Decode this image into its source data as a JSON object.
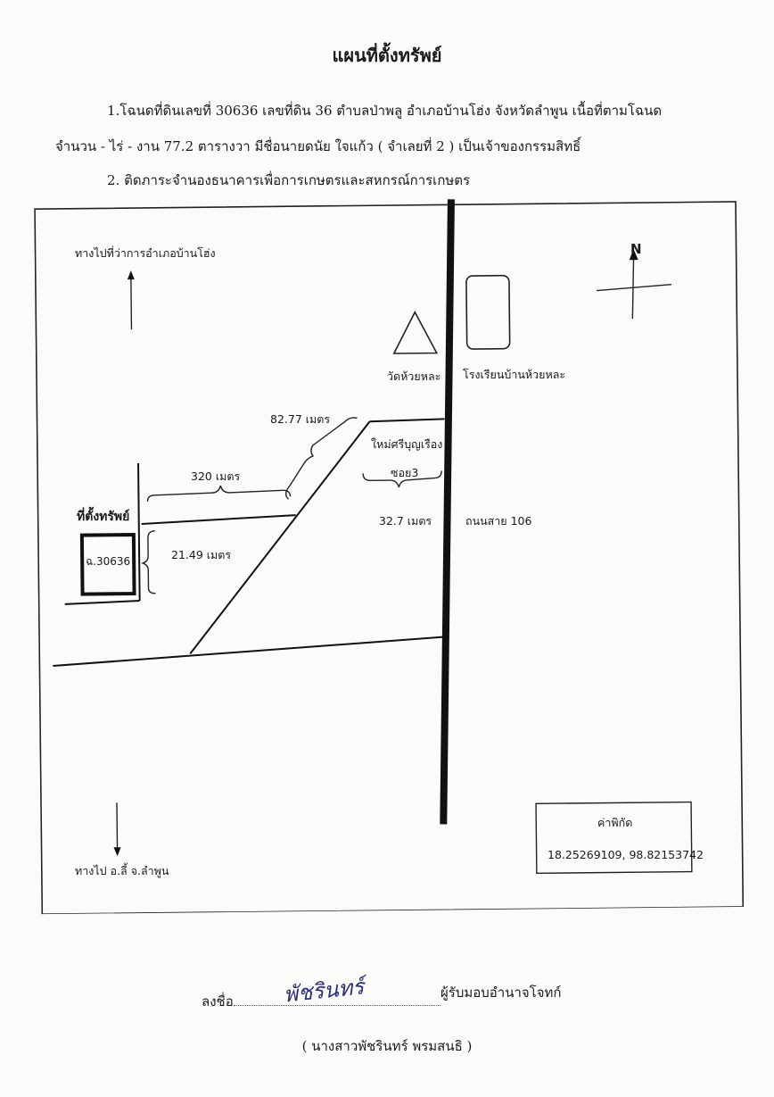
{
  "document": {
    "title": "แผนที่ตั้งทรัพย์",
    "line1": "1.โฉนดที่ดินเลขที่ 30636 เลขที่ดิน 36  ตำบลป่าพลู  อำเภอบ้านโฮ่ง  จังหวัดลำพูน เนื้อที่ตามโฉนด",
    "line2": "จำนวน  -  ไร่  - งาน  77.2  ตารางวา  มีชื่อนายดนัย ใจแก้ว ( จำเลยที่ 2 )  เป็นเจ้าของกรรมสิทธิ์",
    "line3": "2. ติดภาระจำนองธนาคารเพื่อการเกษตรและสหกรณ์การเกษตร"
  },
  "map": {
    "north_label": "N",
    "to_district_office": "ทางไปที่ว่าการอำเภอบ้านโฮ่ง",
    "to_lamphun": "ทางไป อ.ลี้ จ.ลำพูน",
    "temple": "วัดห้วยหละ",
    "school": "โรงเรียนบ้านห้วยหละ",
    "dist_diagonal": "82.77 เมตร",
    "dist_horizontal": "320 เมตร",
    "dist_vertical": "21.49 เมตร",
    "dist_soi": "32.7 เมตร",
    "village": "ใหม่ศรีบุญเรือง",
    "soi": "ซอย3",
    "highway": "ถนนสาย 106",
    "property_label": "ที่ตั้งทรัพย์",
    "deed_no": "ฉ.30636",
    "coords_title": "ค่าพิกัด",
    "coords_value": "18.25269109, 98.82153742"
  },
  "signature": {
    "sign_label": "ลงชื่อ",
    "role": "ผู้รับมอบอำนาจโจทก์",
    "name": "( นางสาวพัชรินทร์  พรมสนธิ )",
    "signature_text": "พัชรินทร์"
  },
  "colors": {
    "ink": "#1a1a1a",
    "signature_ink": "#2a2f7a"
  }
}
